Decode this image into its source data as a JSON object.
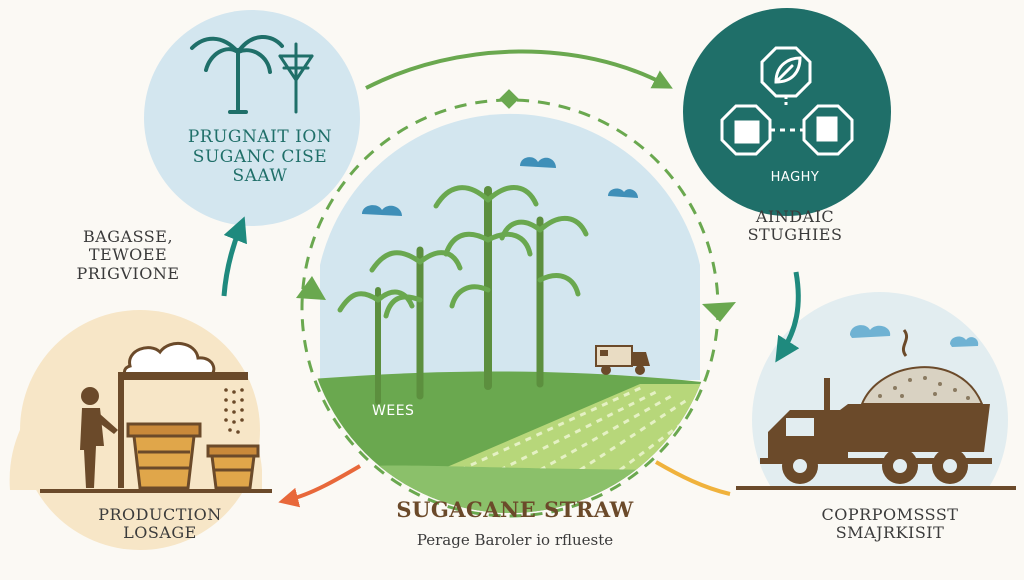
{
  "stages": {
    "planting": {
      "lines": [
        "PRUGNAIT ION",
        "SUGANC CISE",
        "SAAW"
      ]
    },
    "bagasse": {
      "lines": [
        "BAGASSE,",
        "TEWOEE",
        "PRIGVIONE"
      ]
    },
    "haghy": {
      "label": "HAGHY"
    },
    "anaerobic": {
      "lines": [
        "AINDAIC",
        "STUGHIES"
      ]
    },
    "production": {
      "lines": [
        "PRODUCTION",
        "LOSAGE"
      ]
    },
    "compost": {
      "lines": [
        "COPRPOMSSST",
        "SMAJRKISIT"
      ]
    }
  },
  "center": {
    "field_label": "WEES",
    "title": "SUGACANE STRAW",
    "subtitle": "Perage Baroler io rflueste"
  },
  "colors": {
    "teal": "#1f6f69",
    "green": "#6aa84f",
    "orange": "#e8683a",
    "amber": "#f0b23c",
    "brown": "#6b4a2a",
    "sky": "#d3e6ef"
  }
}
